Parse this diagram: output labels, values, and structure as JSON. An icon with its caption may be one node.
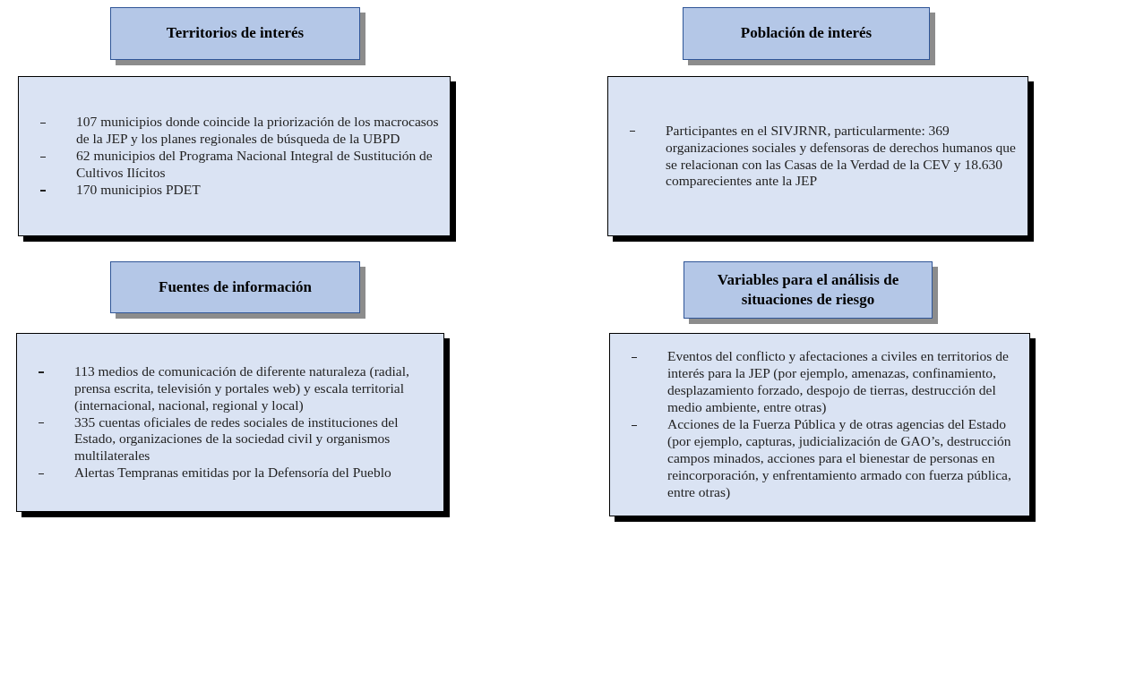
{
  "diagram": {
    "nodes": [
      {
        "text": [
          "Territorios de interés"
        ]
      },
      {
        "text": [
          "Población de interés"
        ]
      },
      {
        "text": [
          "107 municipios donde coincide la priorización de los macrocasos de la JEP y los planes regionales de búsqueda de la UBPD",
          "62 municipios del Programa Nacional Integral de Sustitución de Cultivos Ilícitos",
          "170 municipios PDET"
        ]
      },
      {
        "text": [
          "Participantes en el SIVJRNR, particularmente: 369 organizaciones sociales y defensoras de derechos humanos que se relacionan con las Casas de la Verdad de la CEV y 18.630 comparecientes ante la JEP"
        ]
      },
      {
        "text": [
          "Fuentes de información"
        ]
      },
      {
        "text": [
          "Variables para el análisis de situaciones de riesgo"
        ]
      },
      {
        "text": [
          "113 medios de comunicación de diferente naturaleza (radial, prensa escrita, televisión y portales web) y escala territorial (internacional, nacional, regional y local)",
          "335 cuentas oficiales de redes sociales de instituciones del Estado, organizaciones de la sociedad civil y organismos multilaterales",
          "Alertas Tempranas emitidas por la Defensoría del Pueblo"
        ]
      },
      {
        "text": [
          "Eventos del conflicto y afectaciones a civiles en territorios de interés para la JEP (por ejemplo, amenazas, confinamiento, desplazamiento forzado, despojo de tierras, destrucción del medio ambiente, entre otras)",
          "Acciones de la Fuerza Pública y de otras agencias del Estado (por ejemplo, capturas, judicialización de GAO’s, destrucción campos minados, acciones para el bienestar de personas en reincorporación, y enfrentamiento armado con fuerza pública, entre otras)"
        ]
      }
    ]
  }
}
